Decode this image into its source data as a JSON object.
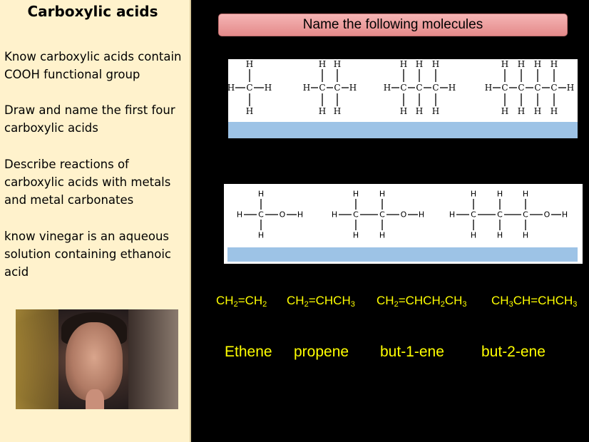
{
  "sidebar": {
    "title": "Carboxylic acids",
    "objectives": [
      "Know carboxylic acids contain COOH functional group",
      "Draw and name the  first four carboxylic acids",
      "Describe reactions of carboxylic acids with metals and metal carbonates",
      "know vinegar is an aqueous solution containing ethanoic acid"
    ]
  },
  "main": {
    "title": "Name the following molecules",
    "formulas": [
      {
        "parts": [
          "CH",
          "2",
          "=CH",
          "2"
        ]
      },
      {
        "parts": [
          "CH",
          "2",
          "=CHCH",
          "3"
        ]
      },
      {
        "parts": [
          "CH",
          "2",
          "=CHCH",
          "2",
          "CH",
          "3"
        ]
      },
      {
        "parts": [
          "CH",
          "3",
          "CH=CHCH",
          "3"
        ]
      }
    ],
    "names": [
      "Ethene",
      "propene",
      "but-1-ene",
      "but-2-ene"
    ],
    "atoms": {
      "h": "H",
      "c": "C",
      "o": "O"
    },
    "colors": {
      "background": "#000000",
      "sidebar": "#fff2cc",
      "answer_bar": "#9dc3e6",
      "highlight_text": "#ffff00",
      "title_bar": "#f2a5a5"
    }
  }
}
